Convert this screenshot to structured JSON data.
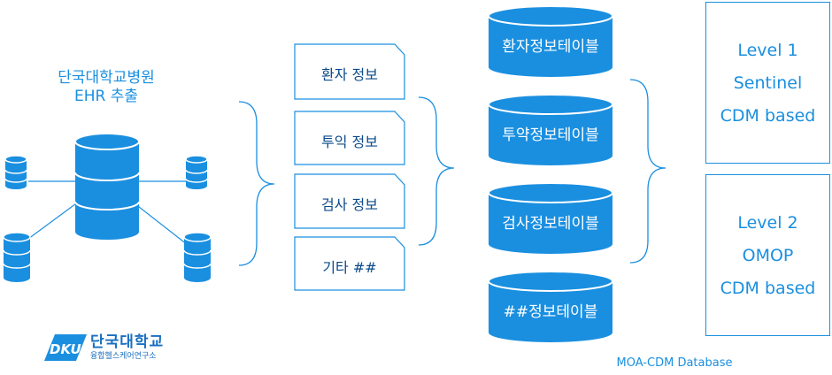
{
  "source": {
    "title_line1": "단국대학교병원",
    "title_line2": "EHR 추출"
  },
  "documents": [
    {
      "label": "환자 정보"
    },
    {
      "label": "투익 정보"
    },
    {
      "label": "검사 정보"
    },
    {
      "label": "기타 ##"
    }
  ],
  "tables": [
    {
      "label": "환자정보테이블"
    },
    {
      "label": "투약정보테이블"
    },
    {
      "label": "검사정보테이블"
    },
    {
      "label": "##정보테이블"
    }
  ],
  "levels": [
    {
      "lines": [
        "Level 1",
        "Sentinel",
        "CDM based"
      ]
    },
    {
      "lines": [
        "Level 2",
        "OMOP",
        "CDM based"
      ]
    }
  ],
  "caption": "MOA-CDM Database",
  "logo": {
    "mark": "DKU",
    "name": "단국대학교",
    "subtitle": "융합헬스케어연구소"
  },
  "colors": {
    "accent": "#1a8fe0",
    "cylinder": "#1a8fe0",
    "doc_text": "#0b4a8a"
  }
}
